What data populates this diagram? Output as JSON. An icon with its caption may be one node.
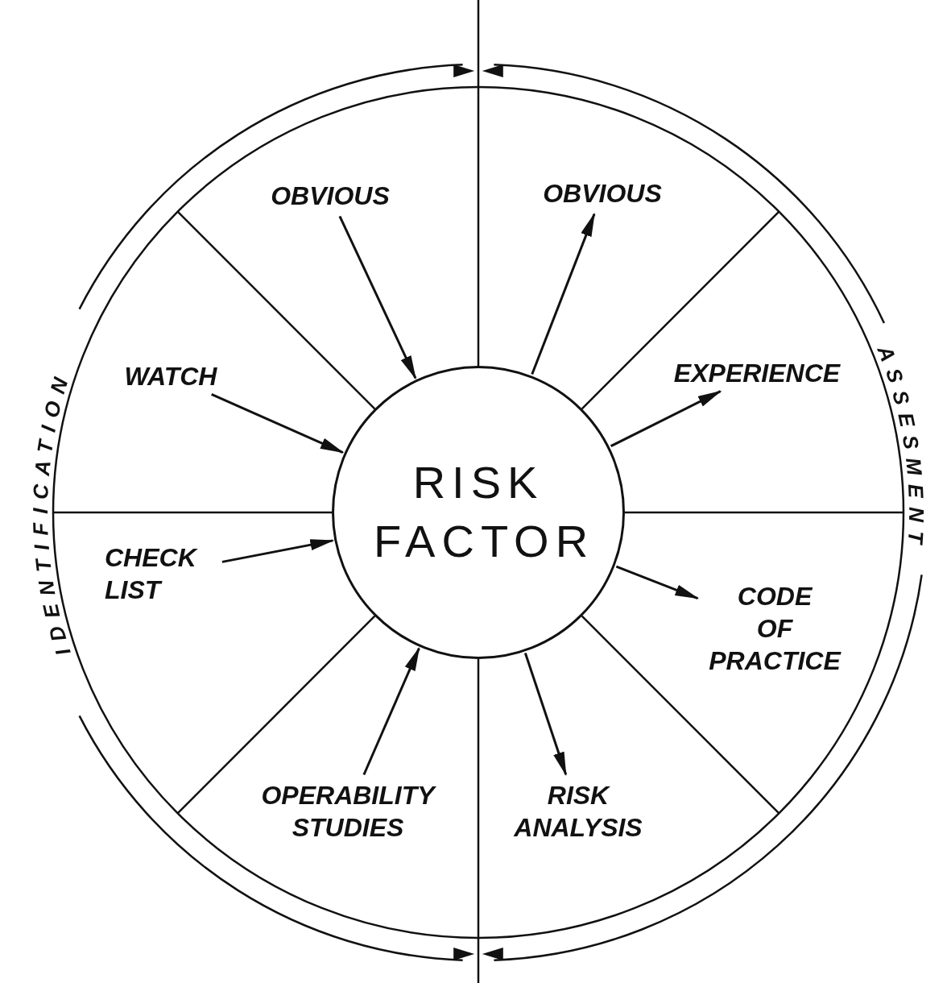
{
  "diagram": {
    "nodes": [
      {
        "text": [
          "RISK FACTOR"
        ]
      },
      {
        "text": [
          "OBVIOUS"
        ]
      },
      {
        "text": [
          "OBVIOUS"
        ]
      },
      {
        "text": [
          "WATCH"
        ]
      },
      {
        "text": [
          "EXPERIENCE"
        ]
      },
      {
        "text": [
          "CHECK LIST"
        ]
      },
      {
        "text": [
          "CODE OF PRACTICE"
        ]
      },
      {
        "text": [
          "OPERABILITY STUDIES"
        ]
      },
      {
        "text": [
          "RISK ANALYSIS"
        ]
      }
    ],
    "edges": [
      {
        "from": 1,
        "to": 0,
        "arrow": "to"
      },
      {
        "from": 0,
        "to": 2,
        "arrow": "to"
      },
      {
        "from": 3,
        "to": 0,
        "arrow": "to"
      },
      {
        "from": 0,
        "to": 4,
        "arrow": "to"
      },
      {
        "from": 5,
        "to": 0,
        "arrow": "to"
      },
      {
        "from": 0,
        "to": 6,
        "arrow": "to"
      },
      {
        "from": 7,
        "to": 0,
        "arrow": "to"
      },
      {
        "from": 0,
        "to": 8,
        "arrow": "to"
      }
    ],
    "labels": [
      "IDENTIFICATION",
      "ASSESMENT"
    ]
  }
}
